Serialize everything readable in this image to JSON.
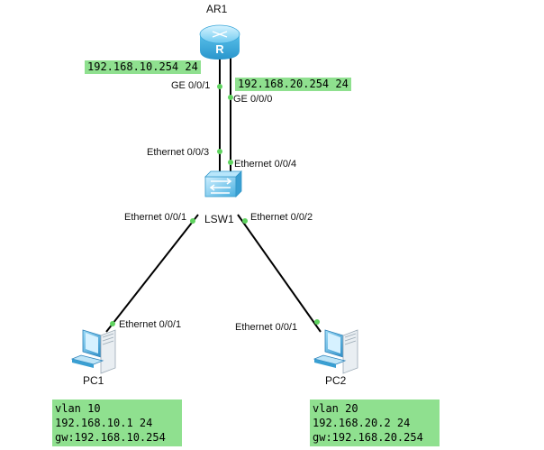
{
  "router": {
    "name": "AR1",
    "icon": "router-icon",
    "ports": [
      {
        "name": "GE 0/0/1",
        "ip": "192.168.10.254 24"
      },
      {
        "name": "GE 0/0/0",
        "ip": "192.168.20.254 24"
      }
    ]
  },
  "switch": {
    "name": "LSW1",
    "icon": "switch-icon",
    "ports": {
      "up1": "Ethernet 0/0/3",
      "up2": "Ethernet 0/0/4",
      "left": "Ethernet 0/0/1",
      "right": "Ethernet 0/0/2"
    }
  },
  "pcs": [
    {
      "name": "PC1",
      "port": "Ethernet 0/0/1",
      "vlan": "vlan 10",
      "ip": "192.168.10.1 24",
      "gw": "gw:192.168.10.254"
    },
    {
      "name": "PC2",
      "port": "Ethernet 0/0/1",
      "vlan": "vlan 20",
      "ip": "192.168.20.2 24",
      "gw": "gw:192.168.20.254"
    }
  ],
  "colors": {
    "link": "#000000",
    "port_dot": "#5fd35f",
    "label_bg": "#8fe08f",
    "device_blue": "#4ab8e8"
  }
}
